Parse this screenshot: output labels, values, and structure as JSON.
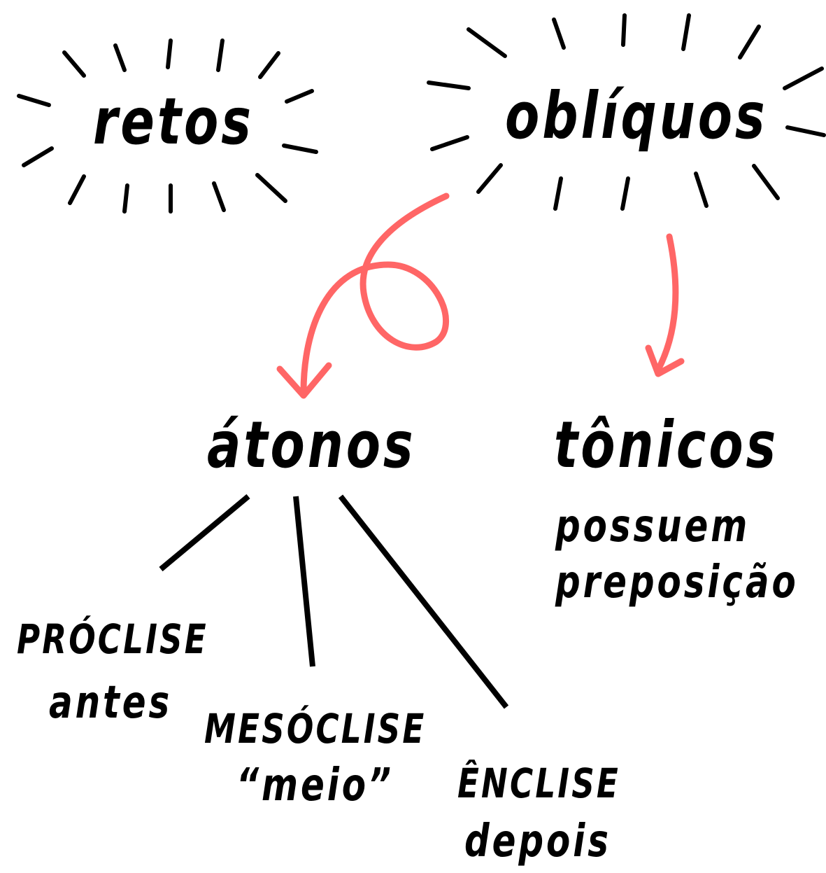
{
  "colors": {
    "ink": "#000000",
    "accent": "#ff6666",
    "background": "#ffffff"
  },
  "nodes": {
    "retos": "retos",
    "obliquos": "oblíquos",
    "atonos": "átonos",
    "tonicos": "tônicos",
    "tonicos_note_line1": "possuem",
    "tonicos_note_line2": "preposição",
    "proclise_title": "PRÓCLISE",
    "proclise_note": "antes",
    "mesoclise_title": "MESÓCLISE",
    "mesoclise_note": "“meio”",
    "enclise_title": "ÊNCLISE",
    "enclise_note": "depois"
  }
}
